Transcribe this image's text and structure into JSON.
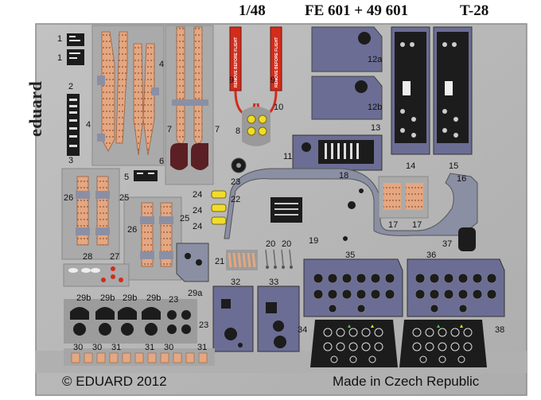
{
  "header": {
    "scale": "1/48",
    "code": "FE 601 + 49 601",
    "model": "T-28"
  },
  "footer": {
    "copyright": "© EDUARD 2012",
    "origin": "Made in Czech Republic"
  },
  "brand": "eduard",
  "placard_text": "REMOVE BEFORE FLIGHT",
  "colors": {
    "fret": "#b7b7b7",
    "panel": "#8b8fa4",
    "instrument_panel": "#6b6d94",
    "belt": "#e4a781",
    "black_panel": "#1c1c1c",
    "placard_red": "#d22c1b",
    "yellow": "#f0dc2a",
    "cushion": "#5a2024"
  },
  "part_numbers": {
    "p1a": "1",
    "p1b": "1",
    "p2": "2",
    "p3": "3",
    "p4a": "4",
    "p4b": "4",
    "p5": "5",
    "p6": "6",
    "p7a": "7",
    "p7b": "7",
    "p8": "8",
    "p9a": "9",
    "p9b": "9",
    "p10": "10",
    "p11": "11",
    "p12a": "12a",
    "p12b": "12b",
    "p13": "13",
    "p14": "14",
    "p15": "15",
    "p16": "16",
    "p17a": "17",
    "p17b": "17",
    "p18": "18",
    "p19": "19",
    "p20a": "20",
    "p20b": "20",
    "p21": "21",
    "p22": "22",
    "p23a": "23",
    "p23b": "23",
    "p23c": "23",
    "p24a": "24",
    "p24b": "24",
    "p24c": "24",
    "p25a": "25",
    "p25b": "25",
    "p26a": "26",
    "p26b": "26",
    "p27": "27",
    "p28": "28",
    "p29a": "29a",
    "p29b1": "29b",
    "p29b2": "29b",
    "p29b3": "29b",
    "p29b4": "29b",
    "p30a": "30",
    "p30b": "30",
    "p30c": "30",
    "p31a": "31",
    "p31b": "31",
    "p31c": "31",
    "p32": "32",
    "p33": "33",
    "p34": "34",
    "p35": "35",
    "p36": "36",
    "p37": "37",
    "p38": "38"
  }
}
